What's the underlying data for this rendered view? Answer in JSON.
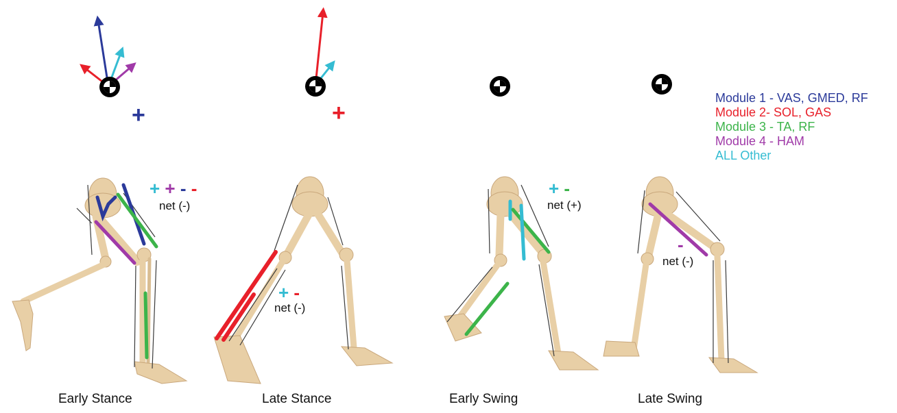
{
  "colors": {
    "module1": "#2b3a9a",
    "module2": "#e8202a",
    "module3": "#3cb44a",
    "module4": "#a03aa8",
    "other": "#35bcd2",
    "bone": "#e8cfa6",
    "bone_shade": "#c9a77b",
    "tendon": "#3a3a3a"
  },
  "legend": [
    {
      "label": "Module 1 - VAS, GMED, RF",
      "color_key": "module1"
    },
    {
      "label": "Module 2- SOL, GAS",
      "color_key": "module2"
    },
    {
      "label": "Module 3 - TA, RF",
      "color_key": "module3"
    },
    {
      "label": "Module 4 - HAM",
      "color_key": "module4"
    },
    {
      "label": "ALL Other",
      "color_key": "other"
    }
  ],
  "panels": [
    {
      "caption": "Early Stance",
      "net": "net (-)",
      "top_sign": "+",
      "top_sign_color": "module1",
      "signs": [
        {
          "text": "+",
          "color": "other"
        },
        {
          "text": "+",
          "color": "module4"
        },
        {
          "text": "-",
          "color": "module1"
        },
        {
          "text": "-",
          "color": "module2"
        }
      ]
    },
    {
      "caption": "Late Stance",
      "net": "net (-)",
      "top_sign": "+",
      "top_sign_color": "module2",
      "signs": [
        {
          "text": "+",
          "color": "other"
        },
        {
          "text": "-",
          "color": "module2"
        }
      ]
    },
    {
      "caption": "Early Swing",
      "net": "net (+)",
      "top_sign": "",
      "top_sign_color": "",
      "signs": [
        {
          "text": "+",
          "color": "other"
        },
        {
          "text": "-",
          "color": "module3"
        }
      ]
    },
    {
      "caption": "Late Swing",
      "net": "net (-)",
      "top_sign": "",
      "top_sign_color": "",
      "signs": [
        {
          "text": "-",
          "color": "module4"
        }
      ]
    }
  ]
}
